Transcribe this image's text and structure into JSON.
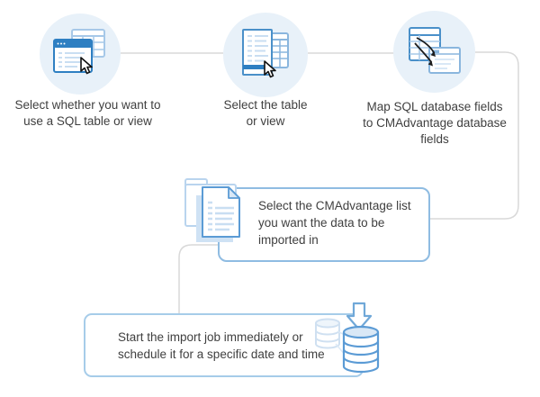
{
  "diagram": {
    "title": "SQL import workflow diagram",
    "steps": [
      {
        "label": "Select whether you want to\nuse a SQL table or view",
        "icon": "sql-table-select-icon"
      },
      {
        "label": "Select the table\nor view",
        "icon": "table-view-select-icon"
      },
      {
        "label": "Map SQL database fields\nto CMAdvantage database\nfields",
        "icon": "field-mapping-icon"
      }
    ],
    "boxes": [
      {
        "text": "Select the CMAdvantage list\nyou want the data to be\nimported in",
        "icon": "folder-document-icon"
      },
      {
        "text": "Start the import job immediately or\nschedule it for a specific date and time",
        "icon": "database-import-icon"
      }
    ],
    "icons": {
      "step1": "sql-table-select-icon",
      "step2": "table-view-select-icon",
      "step3": "field-mapping-icon",
      "list": "folder-document-icon",
      "import": "database-import-icon",
      "cursor": "cursor-arrow-icon",
      "down_arrow": "download-arrow-icon"
    },
    "colors": {
      "circle_fill": "#e8f1f9",
      "icon_blue": "#2e7fc2",
      "icon_blue_light": "#a6c8e8",
      "icon_blue_pale": "#c9def2",
      "box_border_1": "#8fbce2",
      "box_border_2": "#a6cce9",
      "connector_gray": "#d9d9d9",
      "text": "#3f3f3f"
    }
  }
}
